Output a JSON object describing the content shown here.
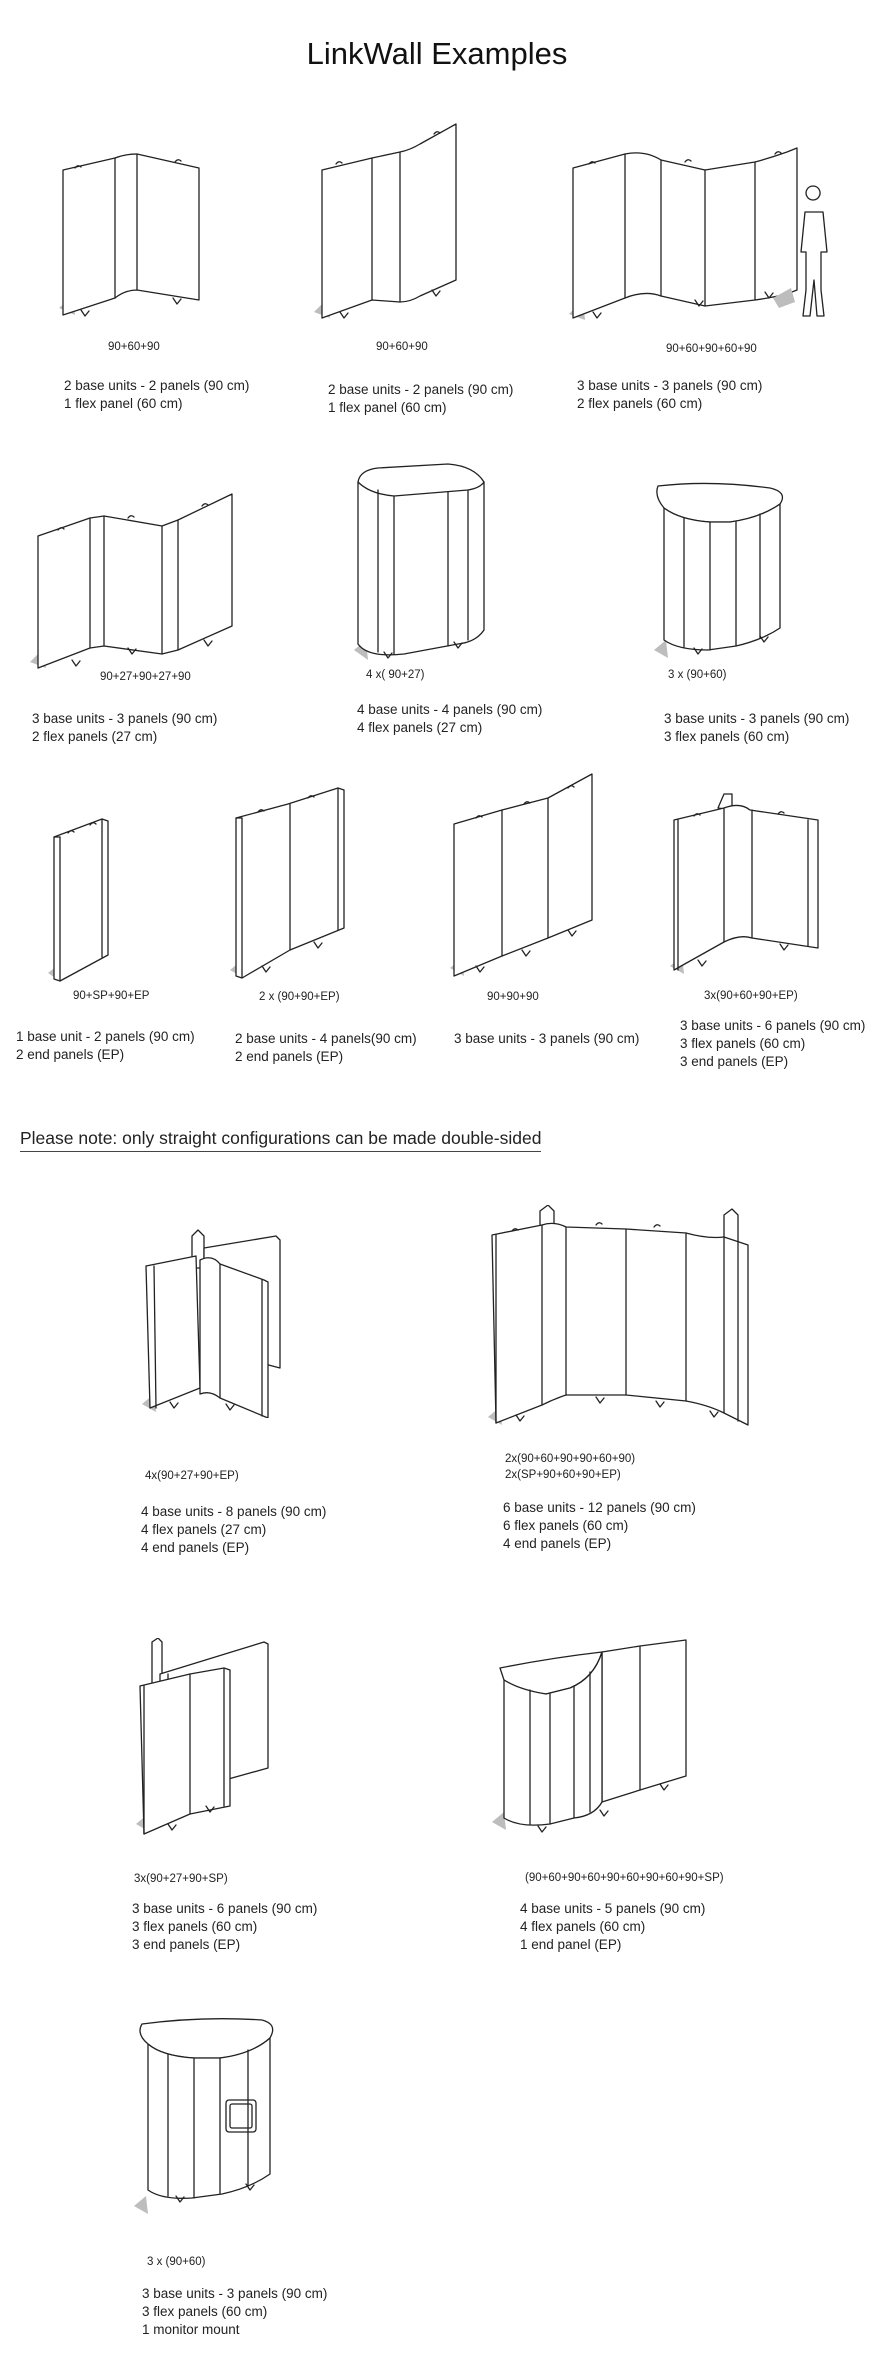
{
  "title": "LinkWall Examples",
  "note": "Please note: only straight configurations can be made double-sided",
  "examples": [
    {
      "code": "90+60+90",
      "lines": [
        "2 base units - 2 panels (90 cm)",
        "1 flex panel   (60 cm)"
      ]
    },
    {
      "code": "90+60+90",
      "lines": [
        "2 base units - 2 panels  (90 cm)",
        "1 flex panel   (60 cm)"
      ]
    },
    {
      "code": "90+60+90+60+90",
      "lines": [
        "3 base units - 3 panels (90 cm)",
        "2 flex panels  (60 cm)"
      ]
    },
    {
      "code": "90+27+90+27+90",
      "lines": [
        "3 base units  - 3 panels  (90 cm)",
        "2 flex panels (27 cm)"
      ]
    },
    {
      "code": "4 x( 90+27)",
      "lines": [
        "4 base units - 4 panels (90 cm)",
        "4 flex panels (27 cm)"
      ]
    },
    {
      "code": "3 x (90+60)",
      "lines": [
        "3 base units - 3 panels (90 cm)",
        "3 flex panels (60 cm)"
      ]
    },
    {
      "code": "90+SP+90+EP",
      "lines": [
        "1 base unit - 2 panels (90 cm)",
        "2 end panels (EP)"
      ]
    },
    {
      "code": "2 x (90+90+EP)",
      "lines": [
        "2 base units - 4 panels(90 cm)",
        "2 end panels (EP)"
      ]
    },
    {
      "code": "90+90+90",
      "lines": [
        "3 base units - 3 panels (90 cm)"
      ]
    },
    {
      "code": "3x(90+60+90+EP)",
      "lines": [
        "3 base units - 6 panels (90 cm)",
        "3 flex panels (60 cm)",
        "3 end panels (EP)"
      ]
    },
    {
      "code": "4x(90+27+90+EP)",
      "lines": [
        "4 base units - 8 panels (90 cm)",
        "4 flex panels (27 cm)",
        "4 end panels (EP)"
      ]
    },
    {
      "code": "2x(90+60+90+90+60+90)",
      "code2": "2x(SP+90+60+90+EP)",
      "lines": [
        "6 base units - 12 panels (90 cm)",
        "6 flex panels (60 cm)",
        "4 end panels (EP)"
      ]
    },
    {
      "code": "3x(90+27+90+SP)",
      "lines": [
        "3 base units - 6 panels (90 cm)",
        "3 flex panels (60 cm)",
        "3 end panels (EP)"
      ]
    },
    {
      "code": "(90+60+90+60+90+60+90+60+90+SP)",
      "lines": [
        "4 base units - 5 panels (90 cm)",
        "4 flex panels (60 cm)",
        "1 end panel (EP)"
      ]
    },
    {
      "code": "3 x (90+60)",
      "lines": [
        "3 base units - 3 panels (90 cm)",
        "3 flex panels (60 cm)",
        "1 monitor mount"
      ]
    }
  ]
}
